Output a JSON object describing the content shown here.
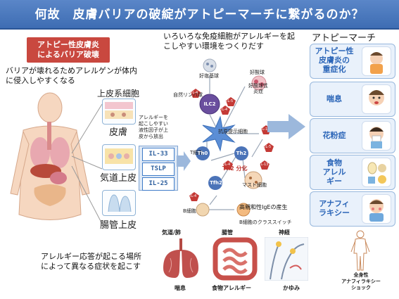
{
  "title": "何故　皮膚バリアの破綻がアトピーマーチに繋がるのか？",
  "left": {
    "badge_line1": "アトピー性皮膚炎",
    "badge_line2": "によるバリア破壊",
    "intro_line1": "バリアが壊れるためアレルゲンが体内",
    "intro_line2": "に侵入しやすくなる",
    "epithelium_title": "上皮系細胞",
    "skin": "皮膚",
    "airway": "気道上皮",
    "gut": "腸管上皮",
    "bottom_line1": "アレルギー応答が起こる場所",
    "bottom_line2": "によって異なる症状を起こす"
  },
  "center": {
    "heading_line1": "いろいろな免疫細胞がアレルギーを起",
    "heading_line2": "こしやすい環境をつくりだす",
    "release_line1": "アレルギーを",
    "release_line2": "起こしやすい",
    "release_line3": "液性因子が上",
    "release_line4": "皮から放出",
    "cytokines": [
      "IL-33",
      "TSLP",
      "IL-25"
    ],
    "labels": {
      "basophil": "好塩基球",
      "eosinophil": "好酸球",
      "neutrophil_line1": "好酸球性",
      "neutrophil_line2": "炎症",
      "ilc": "自然リンパ球",
      "dendritic": "抗原提示細胞",
      "tcell": "T細胞",
      "th2_diff": "Th2 分化",
      "mast": "マスト細胞",
      "bcell": "B細胞",
      "ige": "高親和性IgEの産生",
      "class_switch": "B細胞のクラススイッチ"
    },
    "cells": {
      "ilc2": "ILC2",
      "th0": "Th0",
      "th2": "Th2",
      "tfh": "Tfh2"
    },
    "cytokine_tags": [
      "IL-4",
      "IL-5",
      "IL-4",
      "IL-13",
      "IL-5",
      "IL-13",
      "IL-4",
      "IL-4"
    ],
    "organs": {
      "lungs_label": "気道/肺",
      "gut_label": "腸管",
      "nerve_label": "神経",
      "lungs_symptom": "喘息",
      "gut_symptom": "食物アレルギー",
      "nerve_symptom": "かゆみ"
    }
  },
  "right": {
    "heading": "アトピーマーチ",
    "items": [
      {
        "label": "アトピー性皮膚炎の重症化",
        "l1": "アトピー性",
        "l2": "皮膚炎の",
        "l3": "重症化"
      },
      {
        "label": "喘息",
        "l1": "喘息",
        "l2": "",
        "l3": ""
      },
      {
        "label": "花粉症",
        "l1": "花粉症",
        "l2": "",
        "l3": ""
      },
      {
        "label": "食物アレルギー",
        "l1": "食物",
        "l2": "アレル",
        "l3": "ギー"
      },
      {
        "label": "アナフィラキシー",
        "l1": "アナフィ",
        "l2": "ラキシー",
        "l3": ""
      }
    ],
    "shock_line1": "全身性",
    "shock_line2": "アナフィラキシー",
    "shock_line3": "ショック"
  }
}
